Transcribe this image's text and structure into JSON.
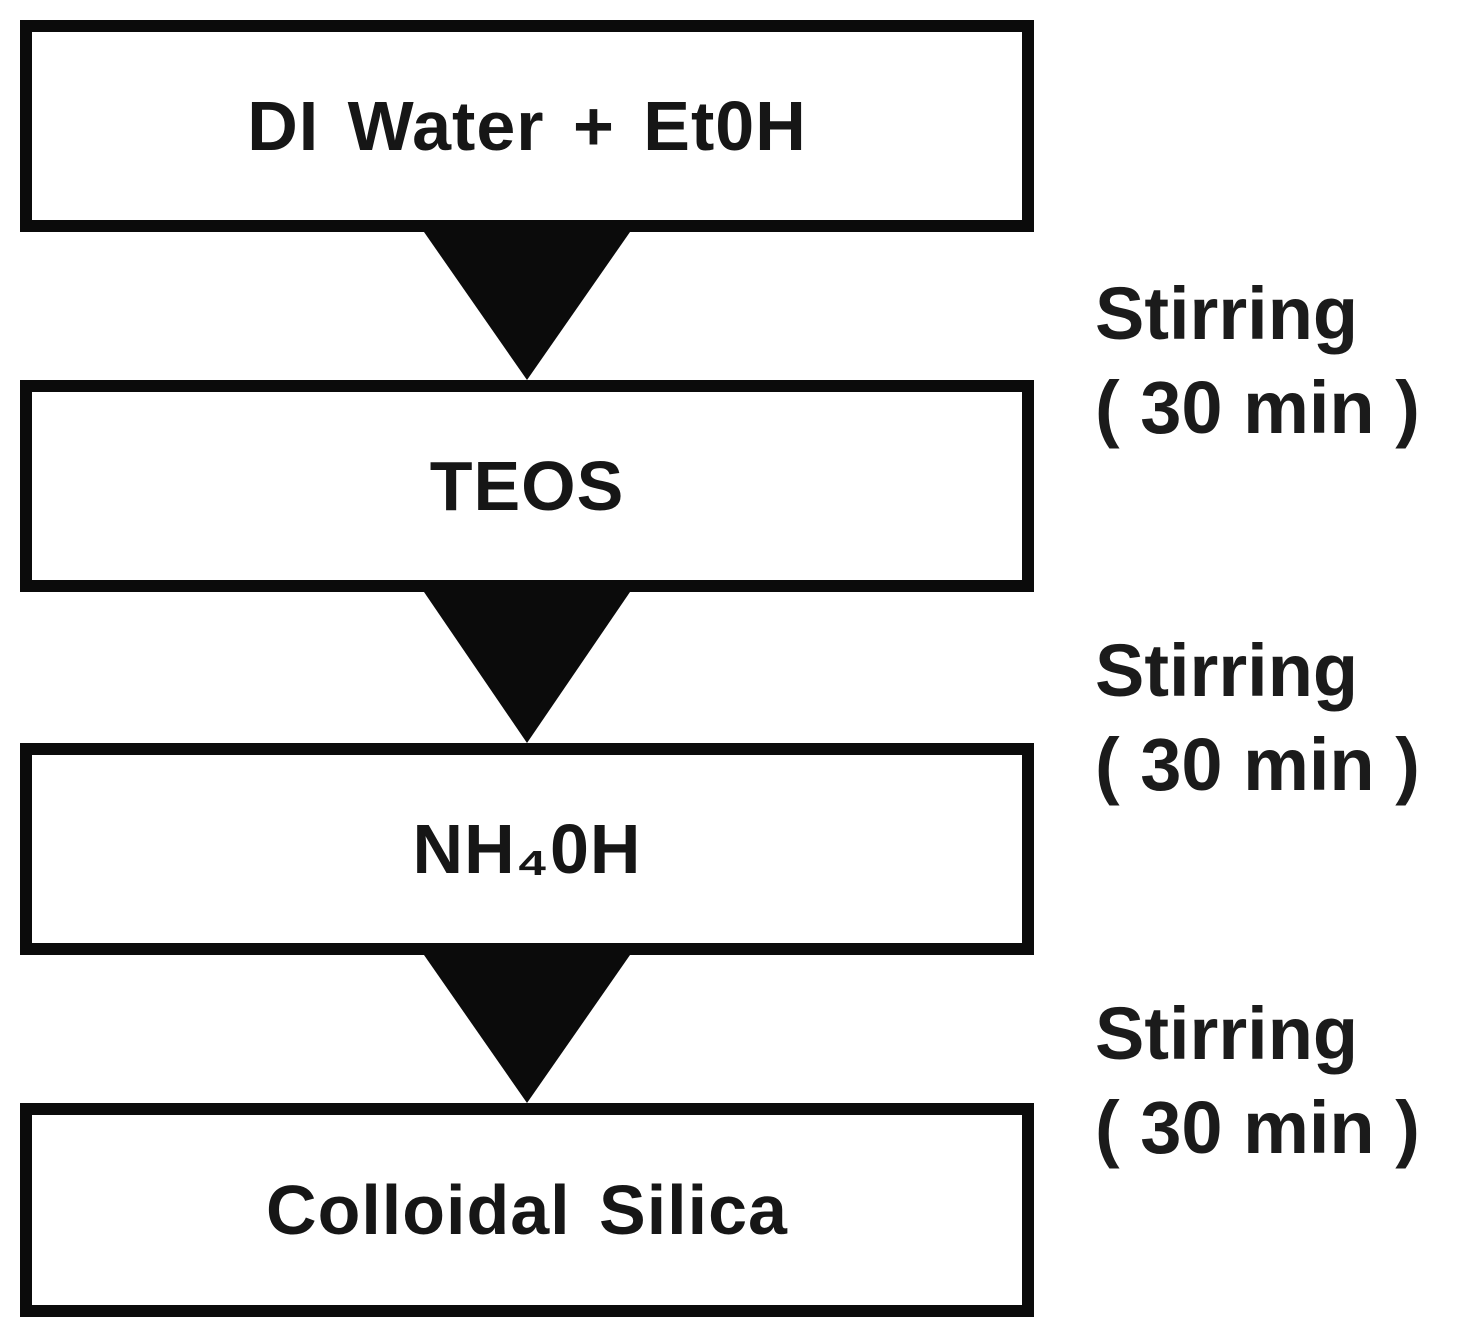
{
  "diagram": {
    "steps": [
      {
        "label": "DI Water + Et0H"
      },
      {
        "label": "TEOS"
      },
      {
        "label": "NH₄0H"
      },
      {
        "label": "Colloidal Silica"
      }
    ],
    "annotations": [
      {
        "line1": "Stirring",
        "line2": "( 30 min )"
      },
      {
        "line1": "Stirring",
        "line2": "( 30 min )"
      },
      {
        "line1": "Stirring",
        "line2": "( 30 min )"
      }
    ],
    "colors": {
      "box_border": "#0b0b0b",
      "box_fill": "#ffffff",
      "arrow_fill": "#0b0b0b",
      "text": "#161616",
      "background": "#ffffff"
    }
  }
}
